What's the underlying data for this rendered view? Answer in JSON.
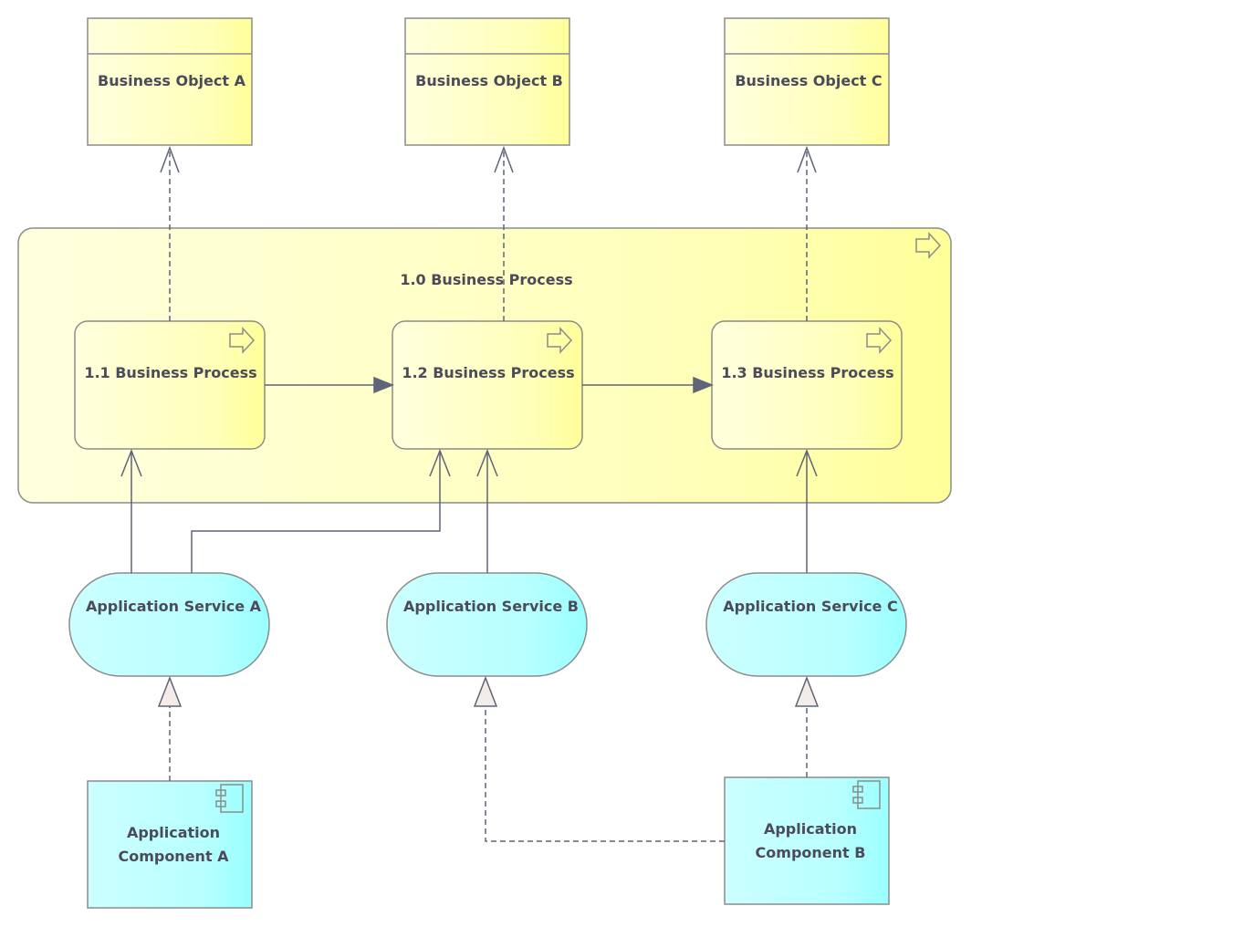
{
  "colors": {
    "business_fill_light": "#ffffde",
    "business_fill_dark": "#ffff99",
    "application_fill_light": "#ccffff",
    "application_fill_dark": "#99ffff",
    "border": "#8c8c8c",
    "connector": "#5f6478",
    "text": "#4b4b5a"
  },
  "business_objects": [
    {
      "name": "Business Object A"
    },
    {
      "name": "Business Object B"
    },
    {
      "name": "Business Object C"
    }
  ],
  "container_process": {
    "name": "1.0 Business Process",
    "icon": "process-arrow-icon"
  },
  "processes": [
    {
      "name": "1.1 Business Process",
      "icon": "process-arrow-icon"
    },
    {
      "name": "1.2 Business Process",
      "icon": "process-arrow-icon"
    },
    {
      "name": "1.3 Business Process",
      "icon": "process-arrow-icon"
    }
  ],
  "services": [
    {
      "name": "Application Service A"
    },
    {
      "name": "Application Service B"
    },
    {
      "name": "Application Service C"
    }
  ],
  "components": [
    {
      "line1": "Application",
      "line2": "Component A",
      "icon": "component-icon"
    },
    {
      "line1": "Application",
      "line2": "Component B",
      "icon": "component-icon"
    }
  ]
}
